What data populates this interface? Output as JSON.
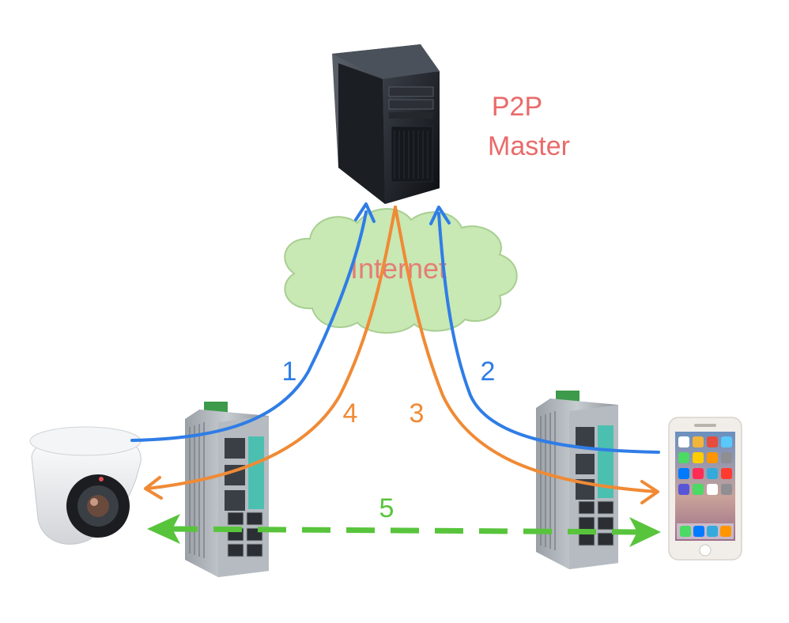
{
  "server": {
    "title_line1": "P2P",
    "title_line2": "Master"
  },
  "cloud": {
    "label": "Internet"
  },
  "steps": {
    "s1": "1",
    "s2": "2",
    "s3": "3",
    "s4": "4",
    "s5": "5"
  },
  "colors": {
    "blue": "#2f7de6",
    "orange": "#f08a35",
    "green": "#58c43c",
    "label": "#ea6a6a",
    "cloud_fill": "#c8e8b4",
    "cloud_stroke": "#a8cf92"
  }
}
